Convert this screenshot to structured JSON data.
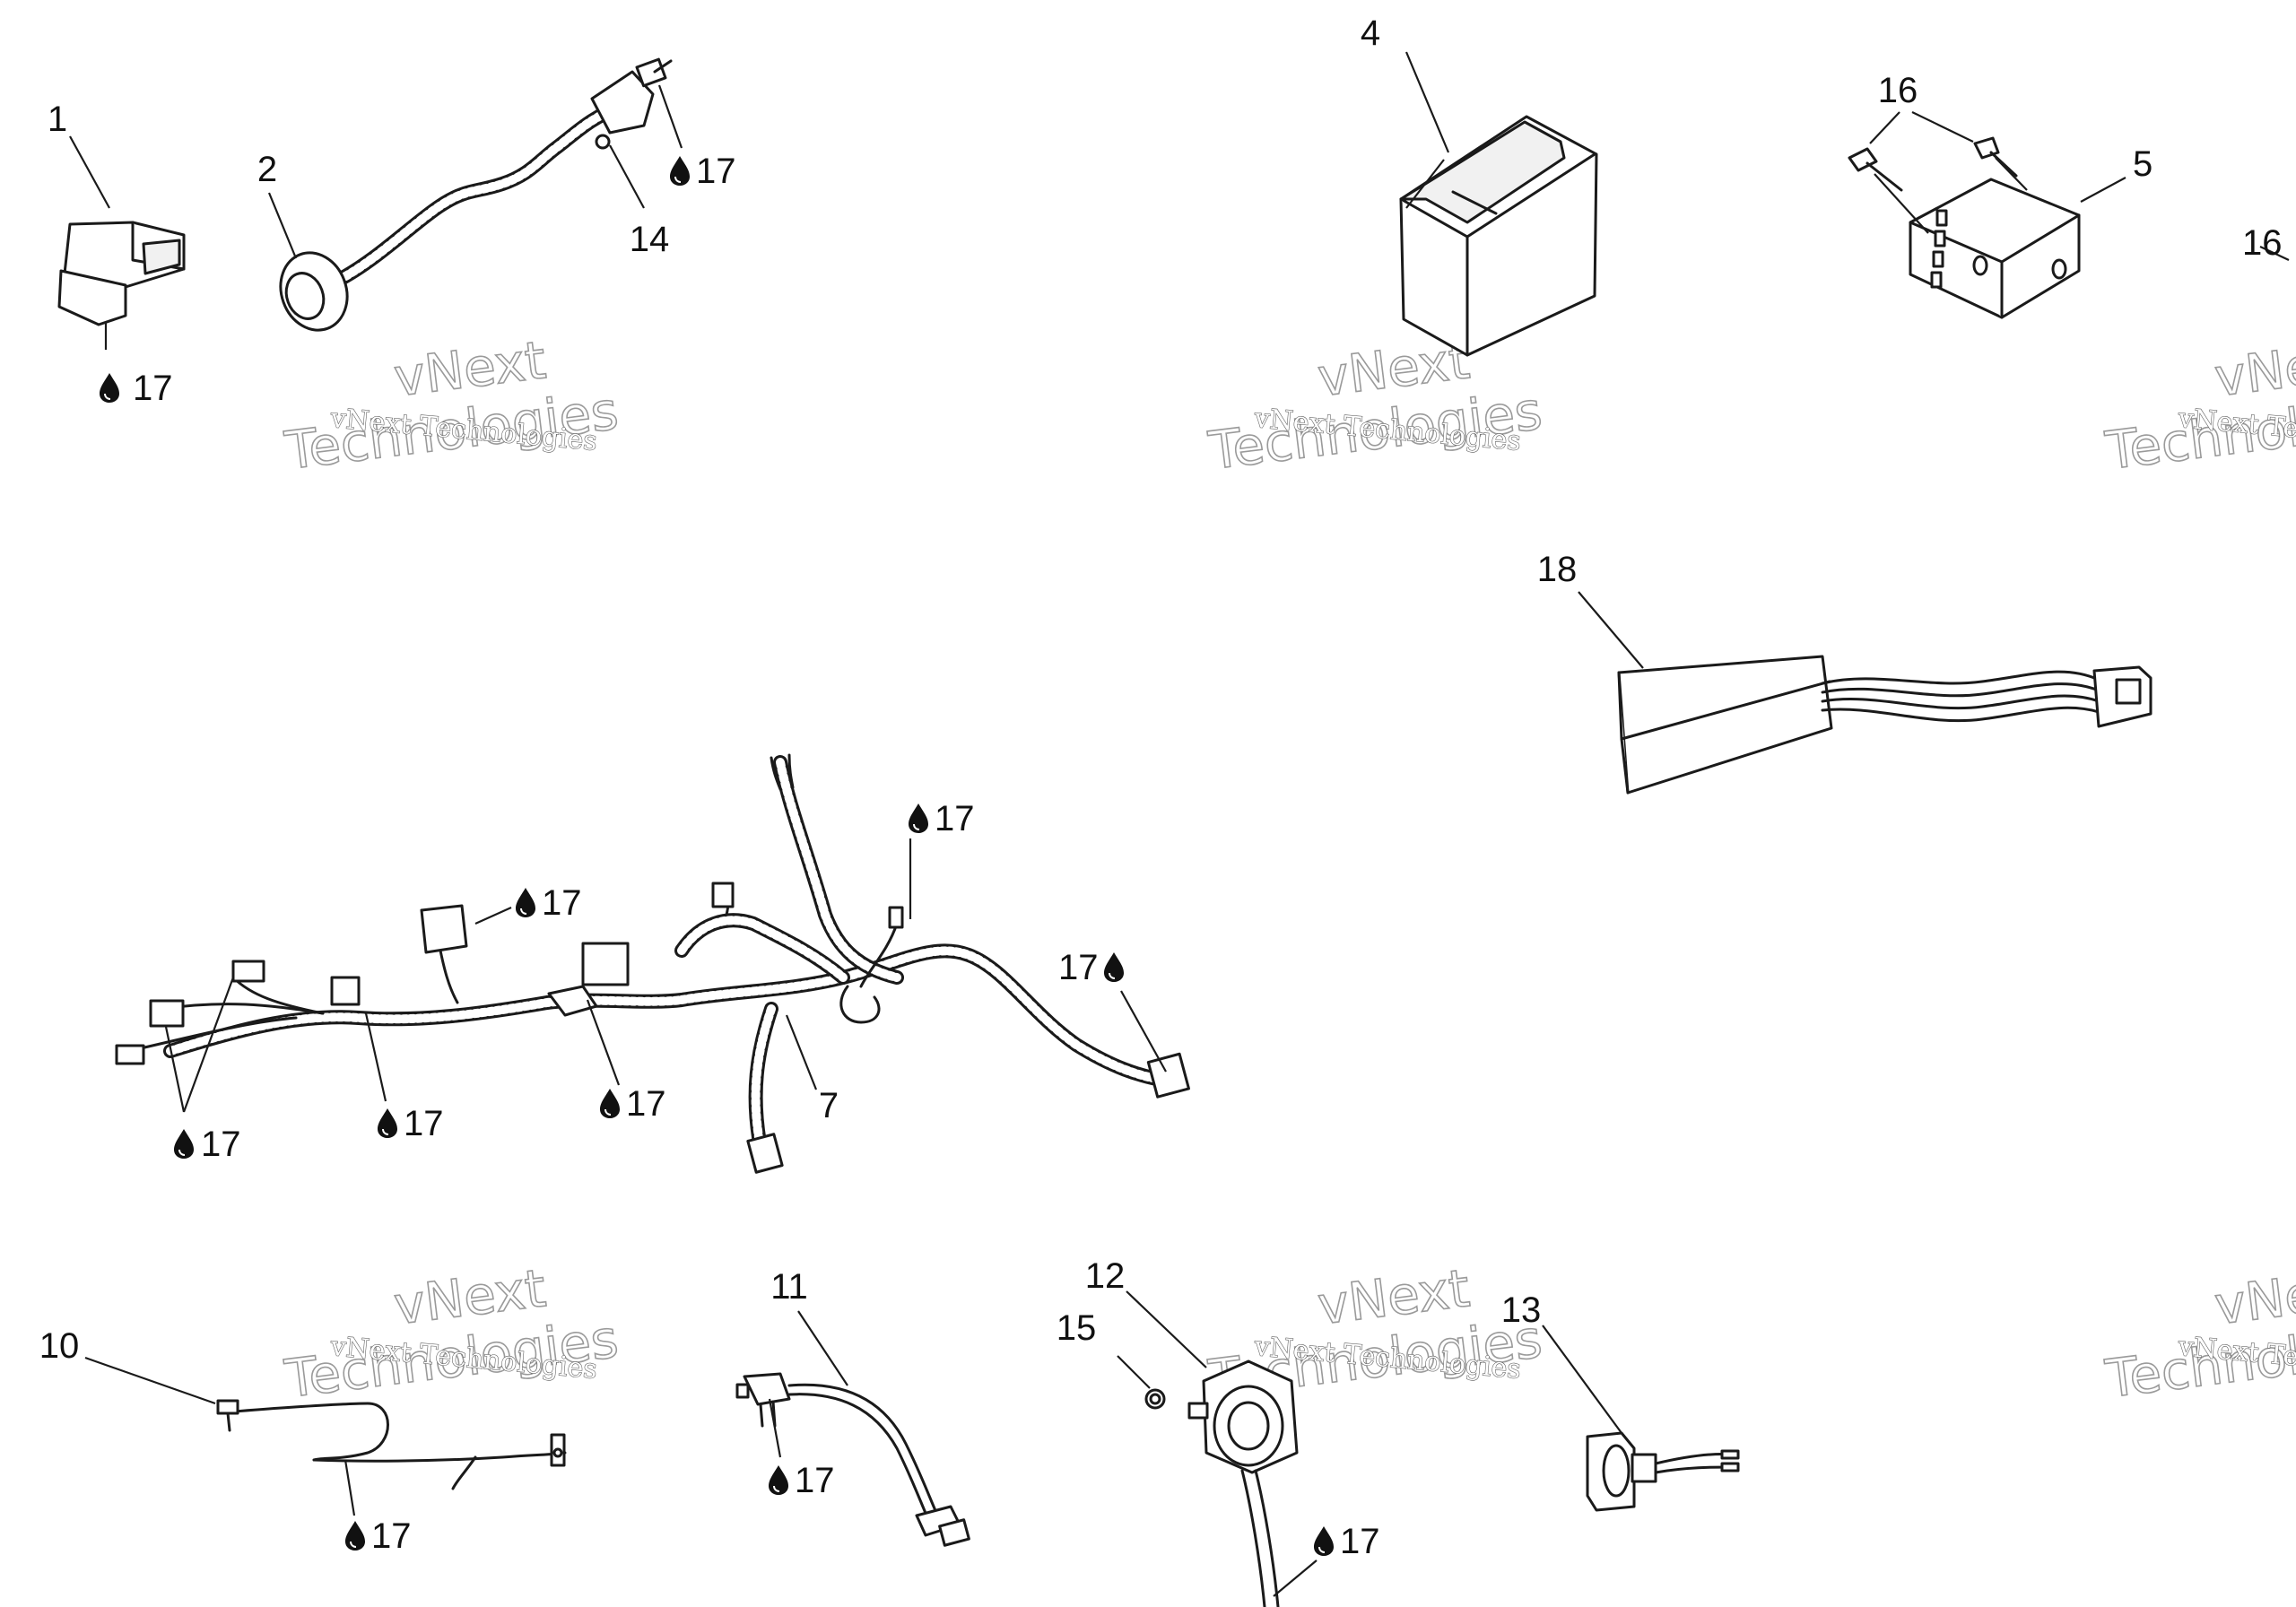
{
  "watermark": {
    "line_small": "vNext Technologies",
    "line_big_1": "vNext",
    "line_big_2": "Technologies"
  },
  "callouts": {
    "c1": "1",
    "c2": "2",
    "c4": "4",
    "c5": "5",
    "c7": "7",
    "c10": "10",
    "c11": "11",
    "c12": "12",
    "c13": "13",
    "c14": "14",
    "c15": "15",
    "c16a": "16",
    "c16b": "16",
    "c18": "18",
    "c17": "17"
  },
  "icons": {
    "lubricant": "drop-icon"
  }
}
